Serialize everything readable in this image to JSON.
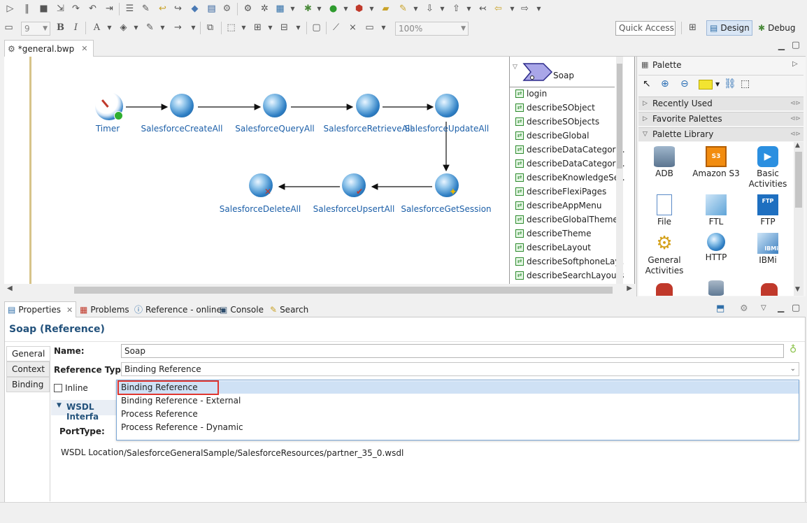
{
  "toolbar": {
    "font_size": "9",
    "zoom": "100%",
    "quick_access": "Quick Access",
    "perspectives": [
      "Design",
      "Debug"
    ]
  },
  "editor": {
    "tab_label": "*general.bwp"
  },
  "process": {
    "nodes": [
      {
        "name": "timer",
        "label": "Timer"
      },
      {
        "name": "salesforce-create-all",
        "label": "SalesforceCreateAll"
      },
      {
        "name": "salesforce-query-all",
        "label": "SalesforceQueryAll"
      },
      {
        "name": "salesforce-retrieve-all",
        "label": "SalesforceRetrieveAll"
      },
      {
        "name": "salesforce-update-all",
        "label": "SalesforceUpdateAll"
      },
      {
        "name": "salesforce-get-session",
        "label": "SalesforceGetSession"
      },
      {
        "name": "salesforce-upsert-all",
        "label": "SalesforceUpsertAll"
      },
      {
        "name": "salesforce-delete-all",
        "label": "SalesforceDeleteAll"
      }
    ]
  },
  "reference_panel": {
    "title": "Soap",
    "operations": [
      "login",
      "describeSObject",
      "describeSObjects",
      "describeGlobal",
      "describeDataCategory..",
      "describeDataCategory..",
      "describeKnowledgeSet.",
      "describeFlexiPages",
      "describeAppMenu",
      "describeGlobalTheme",
      "describeTheme",
      "describeLayout",
      "describeSoftphoneLay..",
      "describeSearchLayouts"
    ]
  },
  "palette": {
    "title": "Palette",
    "sections": [
      "Recently Used",
      "Favorite Palettes",
      "Palette Library"
    ],
    "library_items": [
      {
        "name": "adb",
        "label": "ADB"
      },
      {
        "name": "amazon-s3",
        "label": "Amazon S3",
        "badge": "S3"
      },
      {
        "name": "basic-activities",
        "label": "Basic Activities"
      },
      {
        "name": "file",
        "label": "File"
      },
      {
        "name": "ftl",
        "label": "FTL"
      },
      {
        "name": "ftp",
        "label": "FTP",
        "badge": "FTP"
      },
      {
        "name": "general-activities",
        "label": "General Activities"
      },
      {
        "name": "http",
        "label": "HTTP"
      },
      {
        "name": "ibmi",
        "label": "IBMi",
        "badge": "IBMi"
      }
    ]
  },
  "views": {
    "tabs": [
      "Properties",
      "Problems",
      "Reference - online",
      "Console",
      "Search"
    ]
  },
  "properties": {
    "title": "Soap (Reference)",
    "side_tabs": [
      "General",
      "Context",
      "Binding"
    ],
    "name_label": "Name:",
    "name_value": "Soap",
    "ref_type_label": "Reference Type:",
    "ref_type_value": "Binding Reference",
    "inline_label": "Inline",
    "wsdl_section": "WSDL Interfa",
    "porttype_label": "PortType:",
    "wsdl_location_label": "WSDL Location",
    "wsdl_location_value": "/SalesforceGeneralSample/SalesforceResources/partner_35_0.wsdl",
    "dropdown_options": [
      "Binding Reference",
      "Binding Reference - External",
      "Process Reference",
      "Process Reference - Dynamic"
    ]
  },
  "colors": {
    "accent": "#23527c",
    "highlight": "#e0362f",
    "link_blue": "#1c5fa8"
  }
}
